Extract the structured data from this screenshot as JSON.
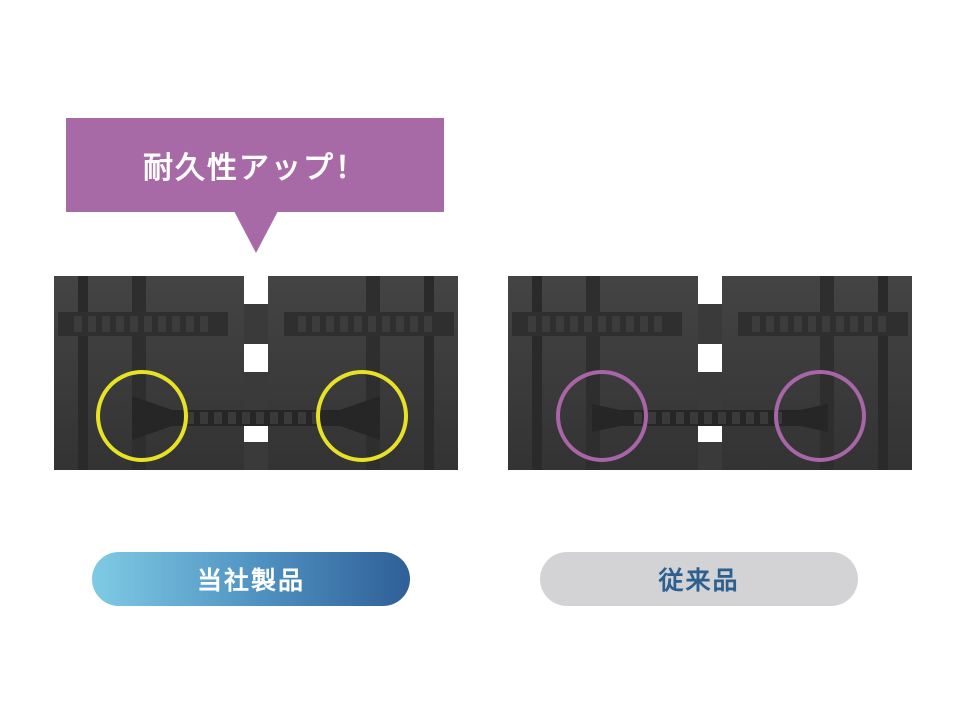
{
  "callout": {
    "text": "耐久性アップ！",
    "color": "#a86aa7"
  },
  "panels": [
    {
      "id": "ours",
      "label": "当社製品",
      "highlight_color": "#e8e226"
    },
    {
      "id": "conventional",
      "label": "従来品",
      "highlight_color": "#a865a8"
    }
  ],
  "colors": {
    "rubber": "#3b3b3b",
    "rubber_dark": "#262626",
    "pill_ours_text": "#ffffff",
    "pill_conv_text": "#2d5f8f"
  }
}
